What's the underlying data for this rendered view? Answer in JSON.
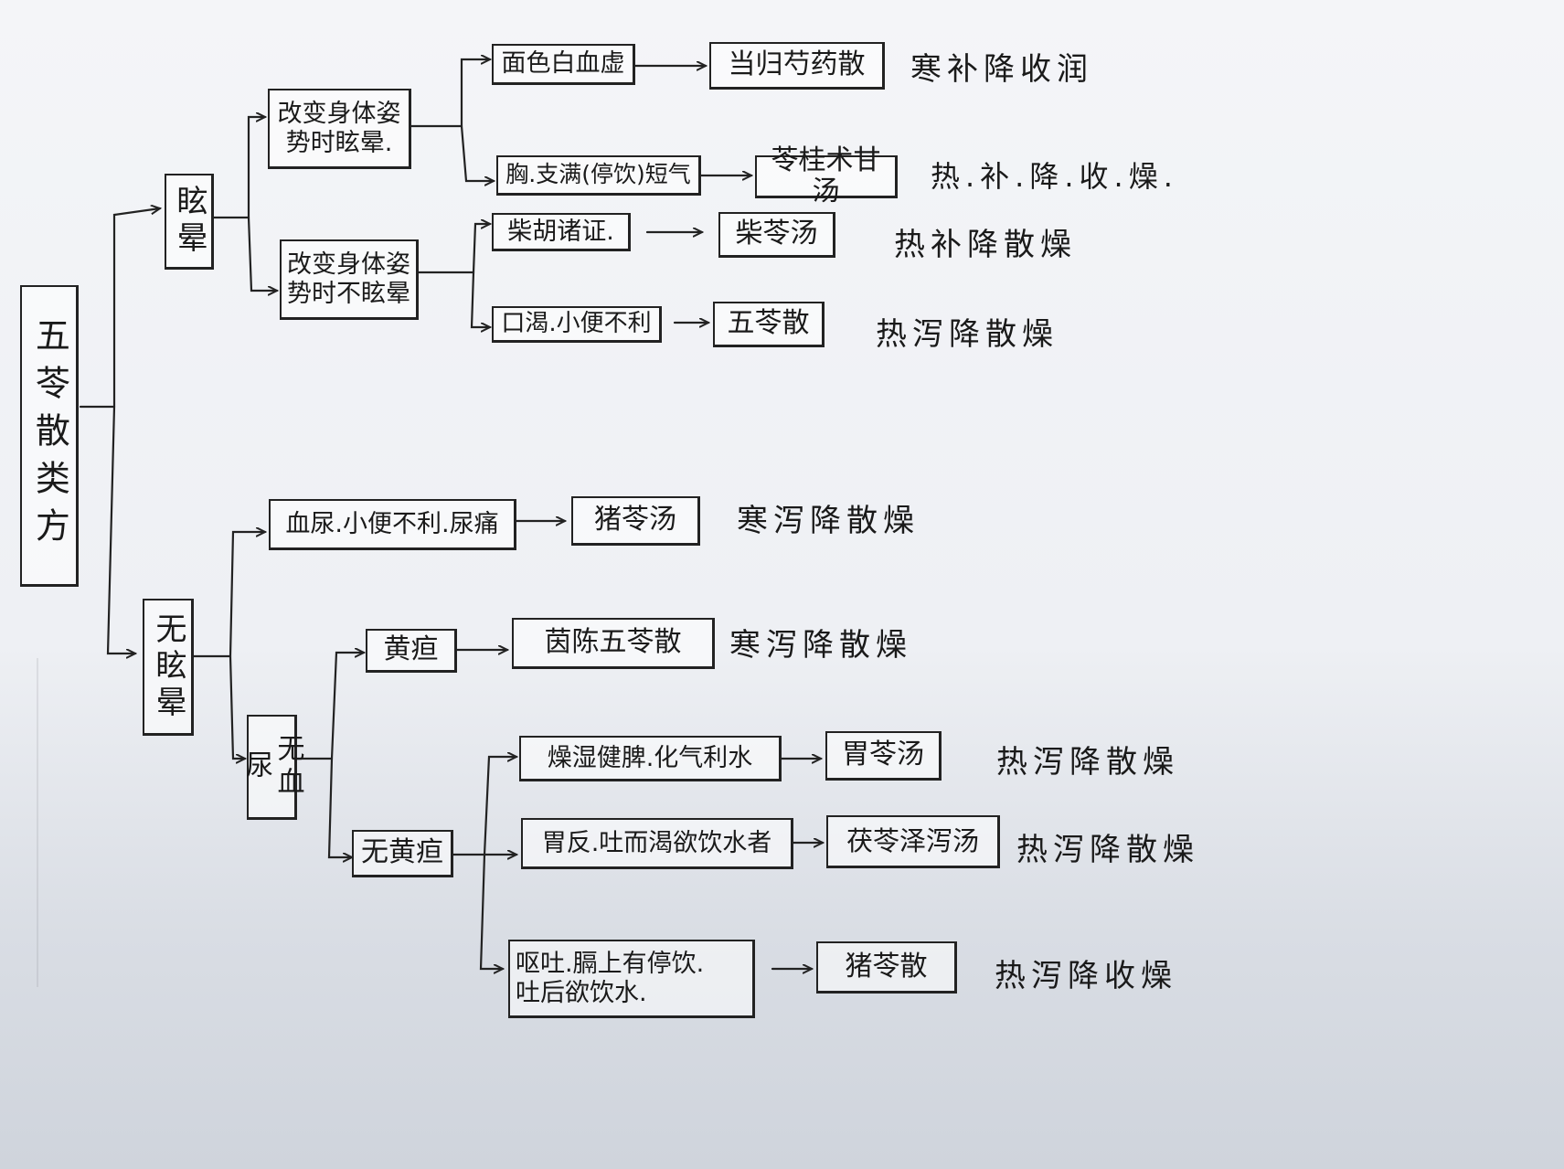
{
  "root": {
    "label": "五苓散类方"
  },
  "branches": {
    "dizzy": "眩晕",
    "not_dizzy": "无眩晕"
  },
  "sub": {
    "posture_dizzy": "改变身体姿\n势时眩晕.",
    "posture_not_dizzy": "改变身体姿\n势时不眩晕",
    "blood_urine_pain": "血尿.小便不利.尿痛",
    "no_blood_urine": "无血尿",
    "jaundice": "黄疸",
    "no_jaundice": "无黄疸"
  },
  "symptoms": {
    "pale_face": "面色白血虚",
    "chest_fullness": "胸.支满(停饮)短气",
    "chaihu": "柴胡诸证.",
    "thirst": "口渴.小便不利",
    "dry_damp": "燥湿健脾.化气利水",
    "stomach_reflux": "胃反.吐而渴欲饮水者",
    "vomit": "呕吐.膈上有停饮.\n吐后欲饮水."
  },
  "formulas": {
    "danggui": "当归芍药散",
    "linggui": "苓桂术甘汤",
    "chailing": "柴苓汤",
    "wuling": "五苓散",
    "zhuling_tang": "猪苓汤",
    "yinchen": "茵陈五苓散",
    "weiling": "胃苓汤",
    "fuling_zexie": "茯苓泽泻汤",
    "zhuling_san": "猪苓散"
  },
  "properties": {
    "danggui": "寒补降收润",
    "linggui": "热.补.降.收.燥.",
    "chailing": "热补降散燥",
    "wuling": "热泻降散燥",
    "zhuling_tang": "寒泻降散燥",
    "yinchen": "寒泻降散燥",
    "weiling": "热泻降散燥",
    "fuling_zexie": "热泻降散燥",
    "zhuling_san": "热泻降收燥"
  },
  "colors": {
    "ink": "#222222",
    "paper": "#f4f5f8"
  }
}
